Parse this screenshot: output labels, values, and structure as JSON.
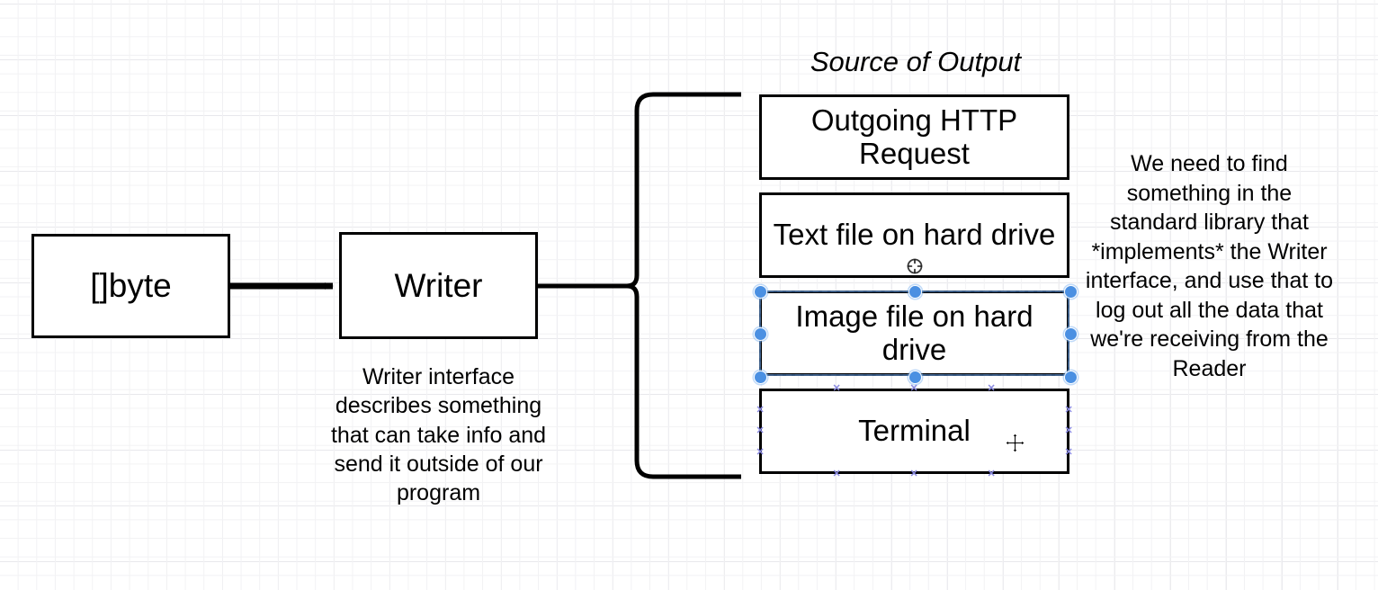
{
  "app": {
    "kind": "diagram-canvas",
    "background": "#ffffff",
    "grid_color_minor": "#f2f2f4",
    "grid_color_major": "#e8e8ec",
    "stroke_color": "#000000",
    "selection_color": "#4b90e2",
    "anchor_color": "#8a8ae0"
  },
  "title": {
    "text": "Source of Output"
  },
  "nodes": {
    "byte": {
      "label": "[]byte"
    },
    "writer": {
      "label": "Writer"
    },
    "outgoing_http": {
      "label": "Outgoing HTTP Request"
    },
    "text_file": {
      "label": "Text file on hard drive"
    },
    "image_file": {
      "label": "Image file on hard drive"
    },
    "terminal": {
      "label": "Terminal"
    }
  },
  "captions": {
    "writer_caption": "Writer interface describes something that can take info and send it outside of our program",
    "side_note": "We need to find something in the standard library that *implements* the Writer interface, and use that to log out all the data that we're receiving from the Reader"
  },
  "selection": {
    "selected_node": "image_file",
    "handle_count": 8,
    "anchored_node": "terminal",
    "anchor_count": 12
  },
  "cursors": {
    "rotate_cursor": "rotate-circle-cursor",
    "move_cursor": "move-cross-cursor"
  }
}
